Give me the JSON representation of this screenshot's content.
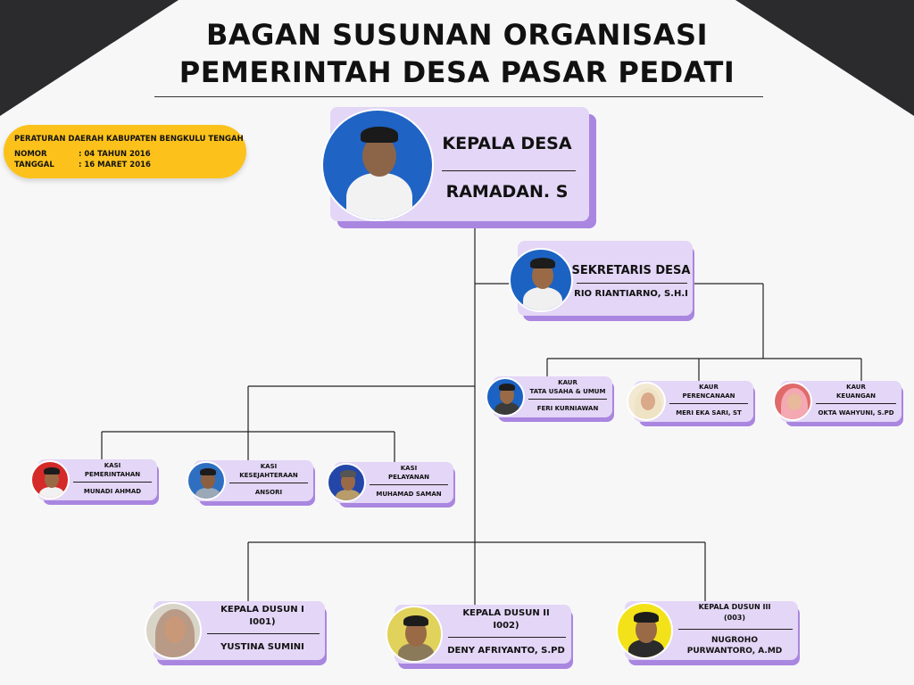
{
  "title": {
    "line1": "BAGAN SUSUNAN ORGANISASI",
    "line2": "PEMERINTAH DESA PASAR PEDATI"
  },
  "regulation": {
    "heading": "PERATURAN DAERAH KABUPATEN BENGKULU TENGAH",
    "nomor_label": "NOMOR",
    "nomor_value": ": 04 TAHUN 2016",
    "tanggal_label": "TANGGAL",
    "tanggal_value": ": 16 MARET 2016"
  },
  "kepala_desa": {
    "position": "KEPALA DESA",
    "name": "RAMADAN. S"
  },
  "sekretaris": {
    "position": "SEKRETARIS DESA",
    "name": "RIO RIANTIARNO, S.H.I"
  },
  "kaur": [
    {
      "position": "KAUR\nTATA USAHA & UMUM",
      "name": "FERI KURNIAWAN"
    },
    {
      "position": "KAUR\nPERENCANAAN",
      "name": "MERI EKA SARI, ST"
    },
    {
      "position": "KAUR\nKEUANGAN",
      "name": "OKTA WAHYUNI, S.PD"
    }
  ],
  "kasi": [
    {
      "position": "KASI\nPEMERINTAHAN",
      "name": "MUNADI AHMAD"
    },
    {
      "position": "KASI\nKESEJAHTERAAN",
      "name": "ANSORI"
    },
    {
      "position": "KASI\nPELAYANAN",
      "name": "MUHAMAD SAMAN"
    }
  ],
  "dusun": [
    {
      "position": "KEPALA DUSUN I\nI001)",
      "name": "YUSTINA SUMINI"
    },
    {
      "position": "KEPALA DUSUN  II\nI002)",
      "name": "DENY AFRIYANTO, S.PD"
    },
    {
      "position": "KEPALA DUSUN III\n(003)",
      "name": "NUGROHO\nPURWANTORO, A.MD"
    }
  ],
  "colors": {
    "card": "#e3d6f6",
    "card_shadow": "#a986e0",
    "badge": "#fcc21b",
    "corner": "#2b2b2d",
    "line": "#222222"
  }
}
